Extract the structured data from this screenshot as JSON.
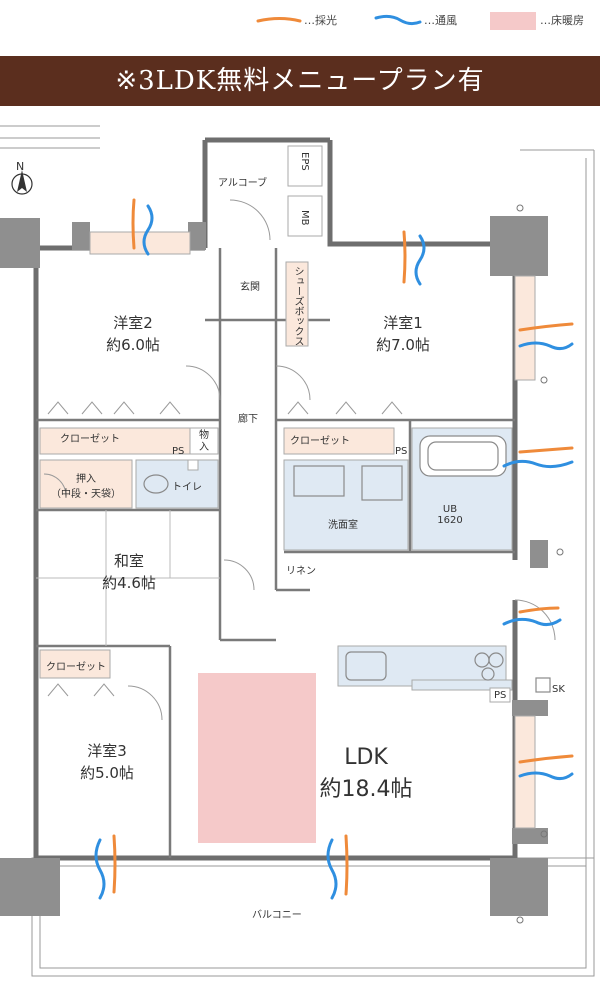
{
  "legend": {
    "light_label": "…採光",
    "wind_label": "…通風",
    "heating_label": "…床暖房",
    "light_color": "#ef8a3a",
    "wind_color": "#2f8fe0",
    "heating_color": "#f5c9c9"
  },
  "banner": {
    "text": "※3LDK無料メニュープラン有",
    "bg_color": "#5b2e1e"
  },
  "compass": {
    "label": "N"
  },
  "rooms": {
    "alcove": "アルコーブ",
    "eps": "EPS",
    "mb": "MB",
    "genkan": "玄関",
    "shoes_box": "シューズボックス",
    "western1_name": "洋室1",
    "western1_size": "約7.0帖",
    "western2_name": "洋室2",
    "western2_size": "約6.0帖",
    "western3_name": "洋室3",
    "western3_size": "約5.0帖",
    "hallway": "廊下",
    "closet_a": "クローゼット",
    "closet_b": "クローゼット",
    "closet_c": "クローゼット",
    "storage": "物入",
    "ps1": "PS",
    "ps2": "PS",
    "ps3": "PS",
    "oshiire": "押入",
    "oshiire_sub": "（中段・天袋）",
    "toilet": "トイレ",
    "washroom": "洗面室",
    "ub": "UB",
    "ub_size": "1620",
    "linen": "リネン",
    "washitsu_name": "和室",
    "washitsu_size": "約4.6帖",
    "ldk_name": "LDK",
    "ldk_size": "約18.4帖",
    "sk": "SK",
    "balcony": "バルコニー"
  }
}
